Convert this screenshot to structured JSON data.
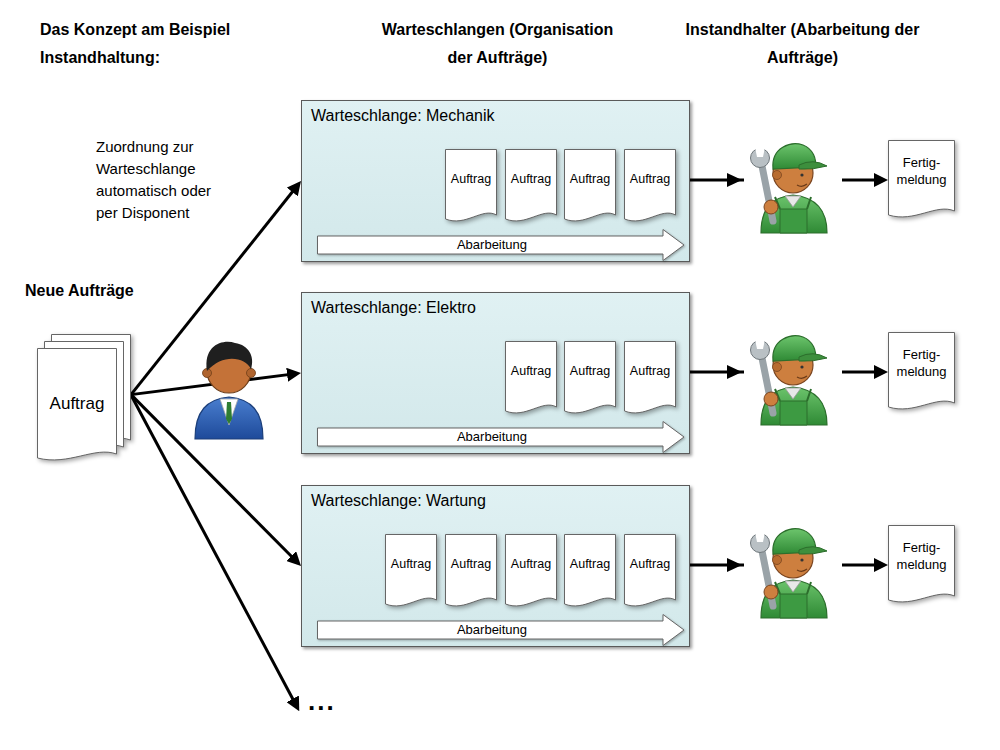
{
  "diagram": {
    "title": "Das Konzept am Beispiel Instandhaltung:",
    "nodes": [
      {
        "text": [
          "Neue Aufträge",
          "Auftrag"
        ]
      },
      {
        "text": [
          "Warteschlange: Mechanik"
        ]
      },
      {
        "text": [
          "Auftrag"
        ],
        "in": 1
      },
      {
        "text": [
          "Auftrag"
        ],
        "in": 1
      },
      {
        "text": [
          "Auftrag"
        ],
        "in": 1
      },
      {
        "text": [
          "Auftrag"
        ],
        "in": 1
      },
      {
        "text": [
          "Abarbeitung"
        ],
        "in": 1
      },
      {
        "text": [
          "Fertig- meldung"
        ]
      },
      {
        "text": [
          "Warteschlange: Elektro"
        ]
      },
      {
        "text": [
          "Auftrag"
        ],
        "in": 8
      },
      {
        "text": [
          "Auftrag"
        ],
        "in": 8
      },
      {
        "text": [
          "Auftrag"
        ],
        "in": 8
      },
      {
        "text": [
          "Abarbeitung"
        ],
        "in": 8
      },
      {
        "text": [
          "Fertig- meldung"
        ]
      },
      {
        "text": [
          "Warteschlange: Wartung"
        ]
      },
      {
        "text": [
          "Auftrag"
        ],
        "in": 14
      },
      {
        "text": [
          "Auftrag"
        ],
        "in": 14
      },
      {
        "text": [
          "Auftrag"
        ],
        "in": 14
      },
      {
        "text": [
          "Auftrag"
        ],
        "in": 14
      },
      {
        "text": [
          "Auftrag"
        ],
        "in": 14
      },
      {
        "text": [
          "Abarbeitung"
        ],
        "in": 14
      },
      {
        "text": [
          "Fertig- meldung"
        ]
      }
    ],
    "edges": [
      {
        "from": 0,
        "to": 1,
        "arrow": "to"
      },
      {
        "from": 0,
        "to": 8,
        "arrow": "to"
      },
      {
        "from": 0,
        "to": 14,
        "arrow": "to"
      },
      {
        "from": 1,
        "to": 7,
        "arrow": "to"
      },
      {
        "from": 8,
        "to": 13,
        "arrow": "to"
      },
      {
        "from": 14,
        "to": 21,
        "arrow": "to"
      }
    ],
    "labels": [
      "Warteschlangen (Organisation der Aufträge)",
      "Instandhalter (Abarbeitung der Aufträge)",
      "Zuordnung zur Warteschlange automatisch oder per Disponent",
      "..."
    ]
  }
}
